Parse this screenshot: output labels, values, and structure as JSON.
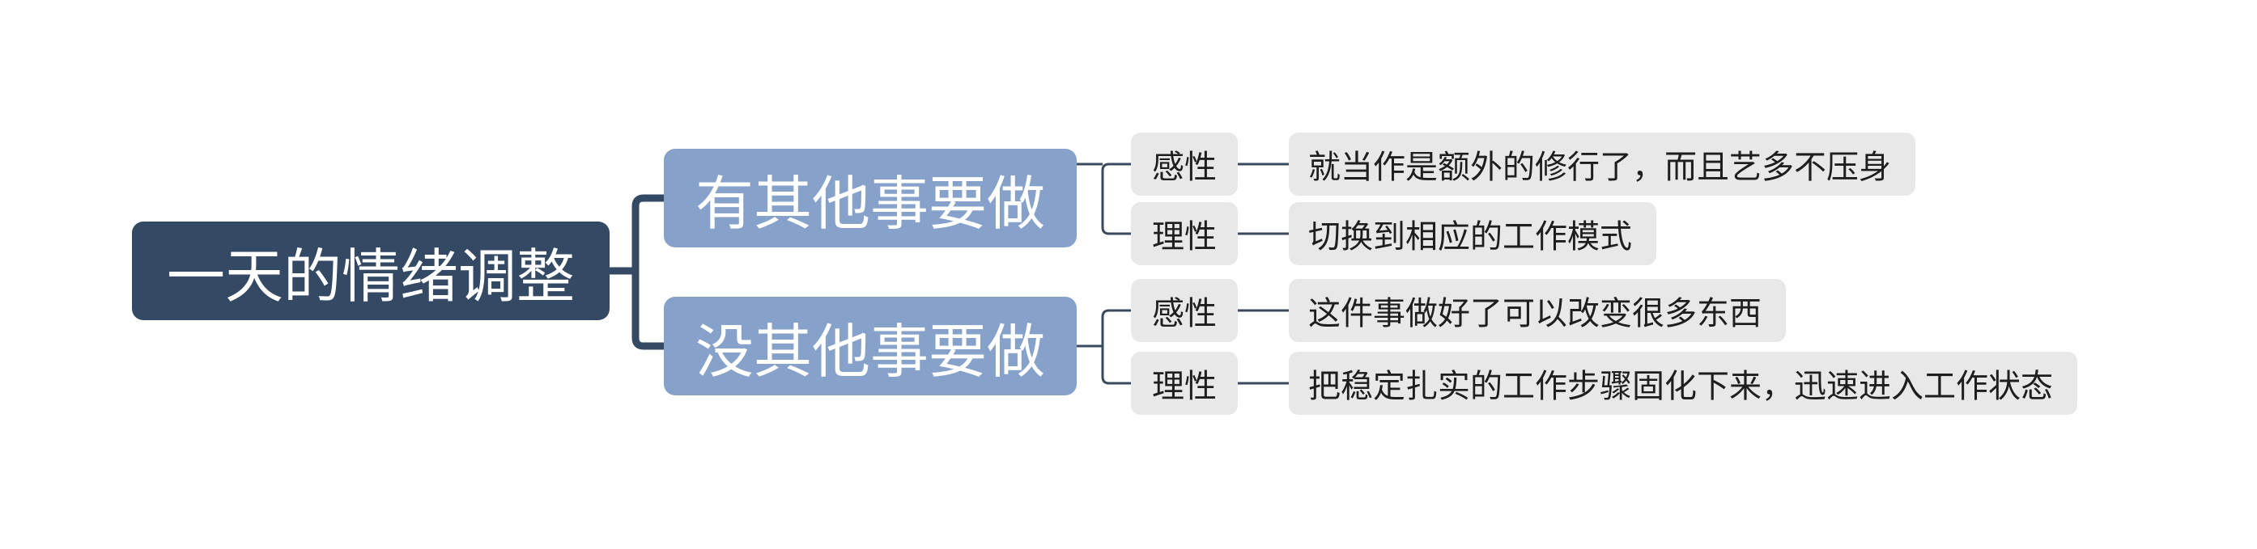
{
  "mindmap": {
    "root": {
      "label": "一天的情绪调整"
    },
    "branches": [
      {
        "label": "有其他事要做",
        "children": [
          {
            "type": "感性",
            "note": "就当作是额外的修行了，而且艺多不压身"
          },
          {
            "type": "理性",
            "note": "切换到相应的工作模式"
          }
        ]
      },
      {
        "label": "没其他事要做",
        "children": [
          {
            "type": "感性",
            "note": "这件事做好了可以改变很多东西"
          },
          {
            "type": "理性",
            "note": "把稳定扎实的工作步骤固化下来，迅速进入工作状态"
          }
        ]
      }
    ]
  },
  "colors": {
    "root_fill": "#344964",
    "branch_fill": "#86a2ca",
    "leaf_fill": "#e8e8e8",
    "root_connector": "#344964",
    "leaf_connector": "#3a4a5e"
  }
}
